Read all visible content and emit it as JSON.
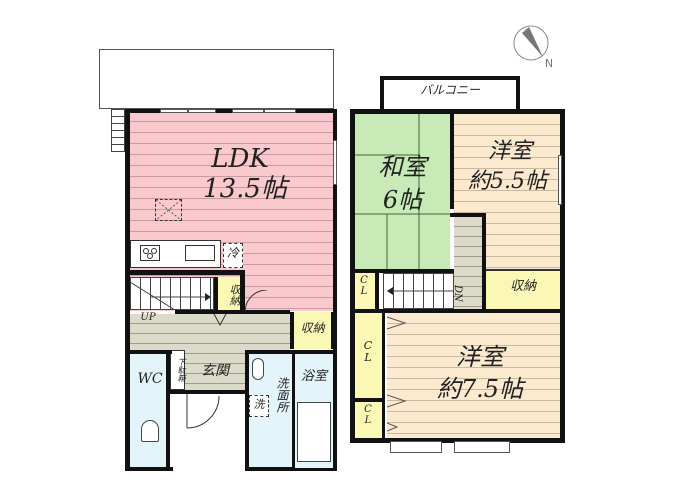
{
  "compass": {
    "label": "N",
    "icon": "north-arrow-icon"
  },
  "floor1": {
    "ldk": {
      "name": "LDK",
      "size": "13.5帖"
    },
    "fridge": "冷",
    "storage1": "収納",
    "storage2": "収納",
    "stairs_up": "UP",
    "entrance": "玄関",
    "shoe_cabinet": "下駄箱",
    "wc": "WC",
    "washroom": "洗面所",
    "washer": "洗",
    "bath": "浴室"
  },
  "floor2": {
    "balcony": "バルコニー",
    "washitsu": {
      "name": "和室",
      "size": "6帖"
    },
    "youshitsu1": {
      "name": "洋室",
      "size": "約5.5帖"
    },
    "youshitsu2": {
      "name": "洋室",
      "size": "約7.5帖"
    },
    "storage": "収納",
    "closet1": "CL",
    "closet2": "CL",
    "closet3": "CL",
    "stairs_down": "DN"
  },
  "colors": {
    "ldk": "#f9c9cd",
    "youshitsu": "#fbe9d0",
    "washitsu": "#c7eab7",
    "storage": "#fbf7b4",
    "wet_area": "#e4f4fb",
    "hall": "#dcdac8"
  }
}
